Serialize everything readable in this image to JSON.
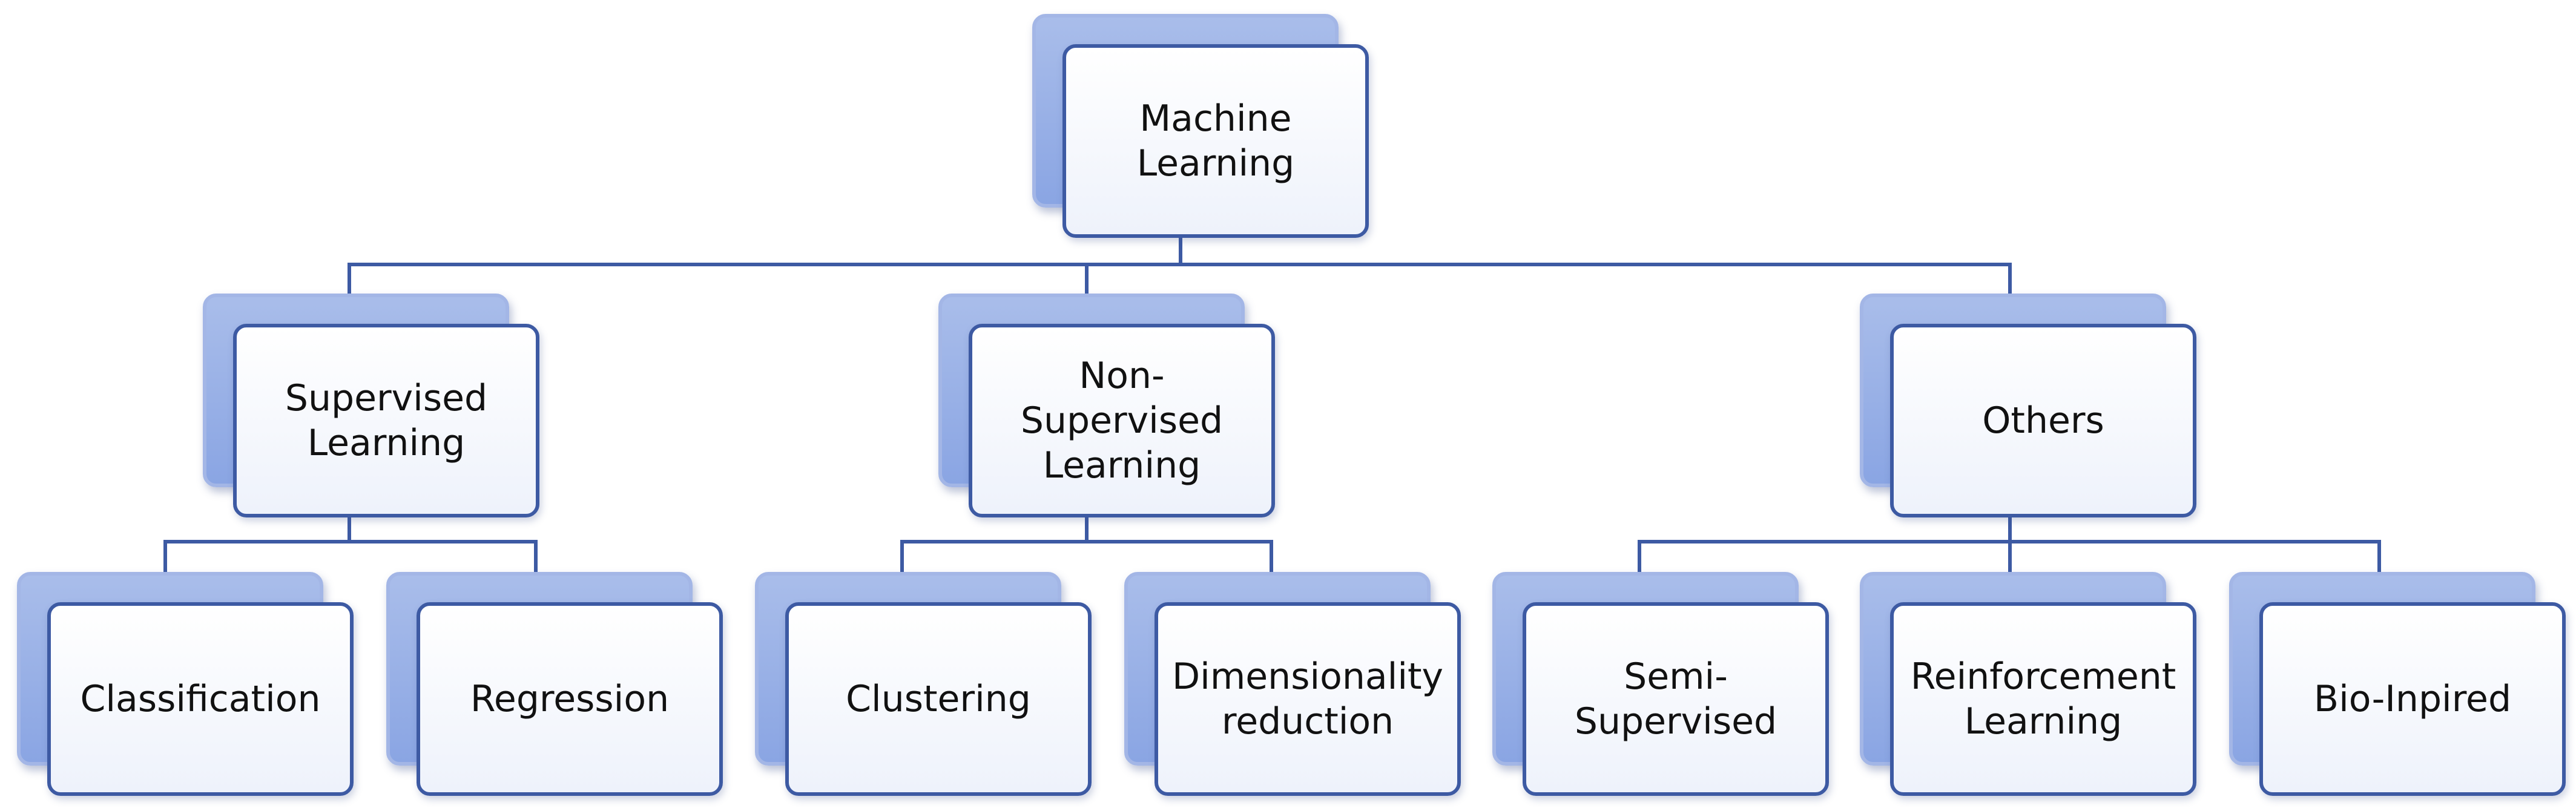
{
  "colors": {
    "connector": "#3d5aa3",
    "card_border": "#3d5aa3",
    "shadow_fill": "#8aa5e3"
  },
  "root": {
    "label": "Machine\nLearning"
  },
  "categories": [
    {
      "label": "Supervised\nLearning"
    },
    {
      "label": "Non-\nSupervised\nLearning"
    },
    {
      "label": "Others"
    }
  ],
  "leaves": [
    {
      "label": "Classification",
      "parent": 0
    },
    {
      "label": "Regression",
      "parent": 0
    },
    {
      "label": "Clustering",
      "parent": 1
    },
    {
      "label": "Dimensionality\nreduction",
      "parent": 1
    },
    {
      "label": "Semi-\nSupervised",
      "parent": 2
    },
    {
      "label": "Reinforcement\nLearning",
      "parent": 2
    },
    {
      "label": "Bio-Inpired",
      "parent": 2
    }
  ]
}
